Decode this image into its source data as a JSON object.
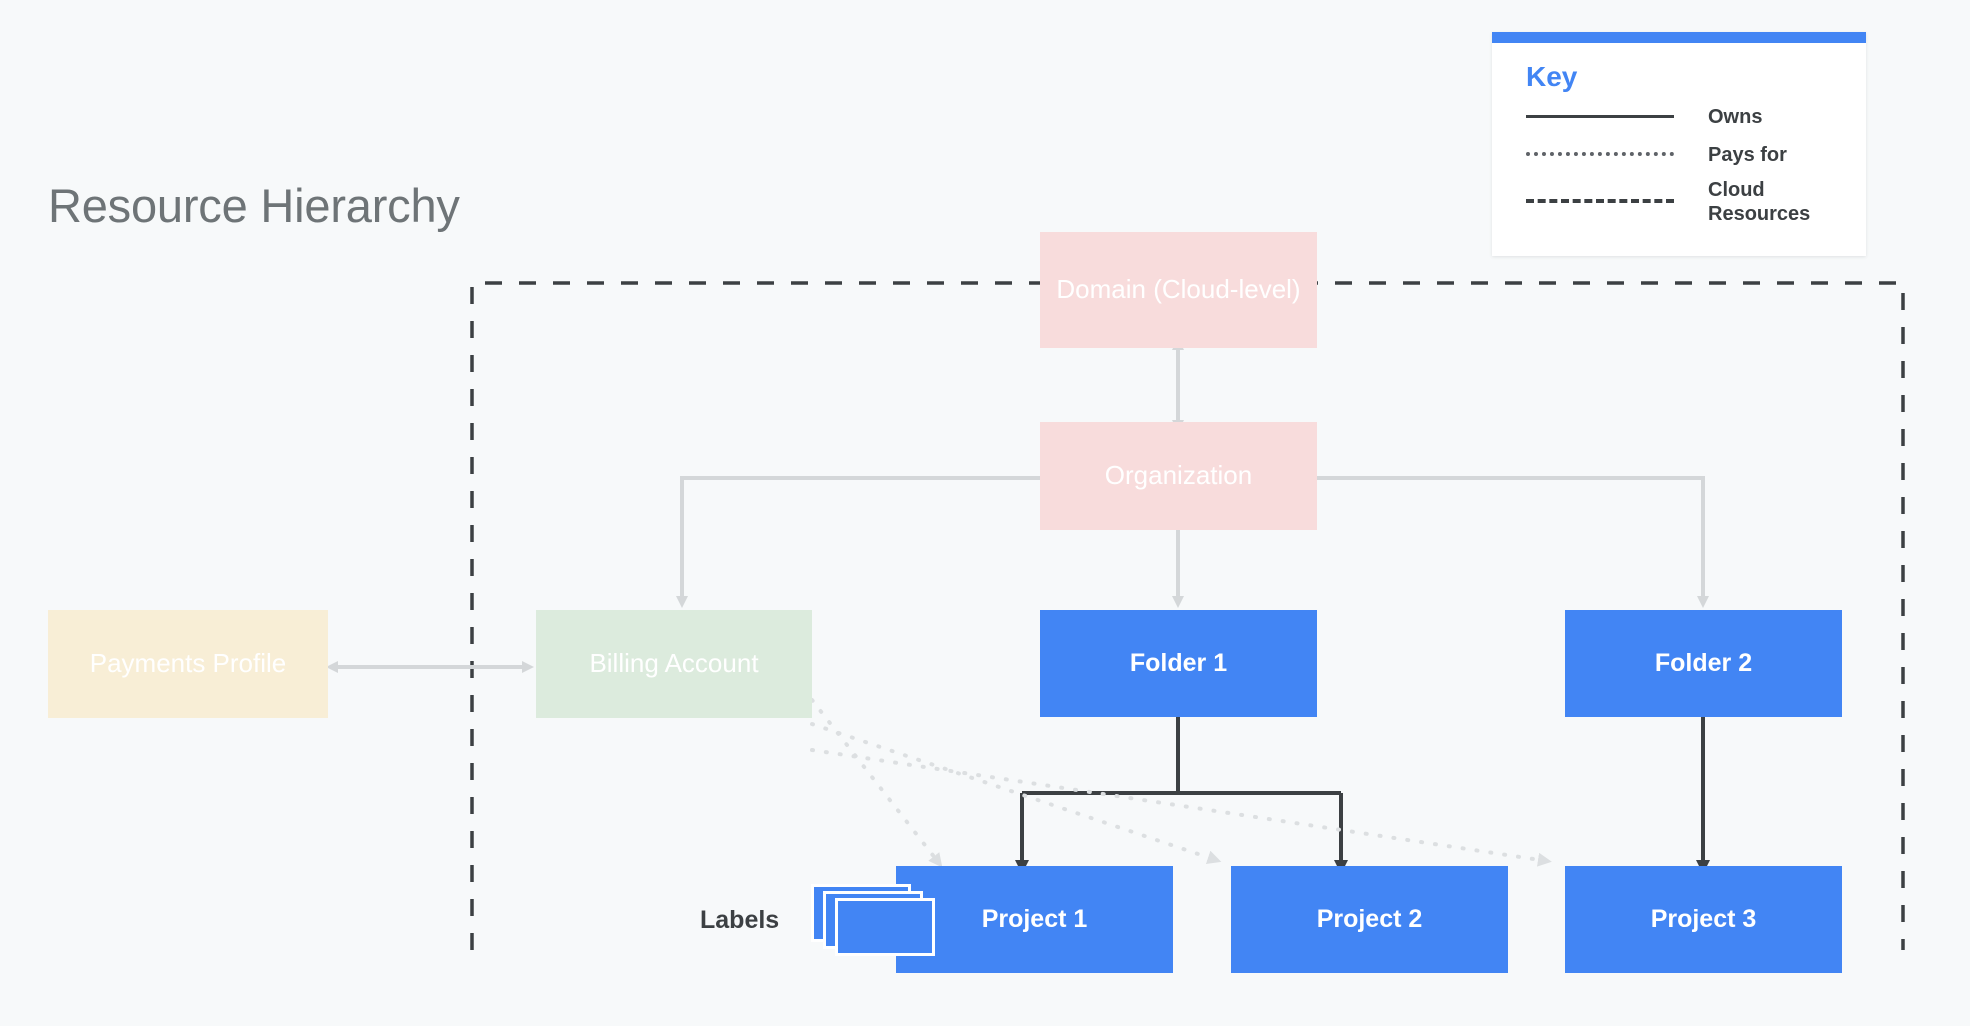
{
  "page": {
    "title": "Resource Hierarchy",
    "background_color": "#f7f9fa"
  },
  "colors": {
    "accent_blue": "#4285f4",
    "node_blue": "#4285f4",
    "pink": "#f8dcdc",
    "cream": "#f8eed6",
    "green": "#dcebdd",
    "text_dark": "#3c4043",
    "connector_gray": "#d4d7d9",
    "dashed_boundary": "#3c4043",
    "dotted_line": "#d8dcde",
    "owns_line": "#3c4043"
  },
  "key": {
    "title": "Key",
    "rows": [
      {
        "style": "solid",
        "label": "Owns"
      },
      {
        "style": "dotted",
        "label": "Pays for"
      },
      {
        "style": "dashed",
        "label": "Cloud Resources"
      }
    ]
  },
  "nodes": {
    "domain": {
      "label": "Domain (Cloud-level)",
      "fill": "#f8dcdc",
      "text": "#ffffff",
      "weight": "regular"
    },
    "organization": {
      "label": "Organization",
      "fill": "#f8dcdc",
      "text": "#ffffff",
      "weight": "regular"
    },
    "payments_profile": {
      "label": "Payments Profile",
      "fill": "#f8eed6",
      "text": "#ffffff",
      "weight": "regular"
    },
    "billing_account": {
      "label": "Billing Account",
      "fill": "#dcebdd",
      "text": "#ffffff",
      "weight": "regular"
    },
    "folder1": {
      "label": "Folder 1",
      "fill": "#4285f4",
      "text": "#ffffff",
      "weight": "bold"
    },
    "folder2": {
      "label": "Folder 2",
      "fill": "#4285f4",
      "text": "#ffffff",
      "weight": "bold"
    },
    "project1": {
      "label": "Project 1",
      "fill": "#4285f4",
      "text": "#ffffff",
      "weight": "bold"
    },
    "project2": {
      "label": "Project 2",
      "fill": "#4285f4",
      "text": "#ffffff",
      "weight": "bold"
    },
    "project3": {
      "label": "Project 3",
      "fill": "#4285f4",
      "text": "#ffffff",
      "weight": "bold"
    }
  },
  "labels_marker": {
    "label": "Labels",
    "card_count": 3
  },
  "edges": [
    {
      "from": "domain",
      "to": "organization",
      "type": "owns-bidirectional",
      "style": "gray-solid"
    },
    {
      "from": "organization",
      "to": "billing_account",
      "type": "owns",
      "style": "gray-solid"
    },
    {
      "from": "organization",
      "to": "folder1",
      "type": "owns",
      "style": "gray-solid"
    },
    {
      "from": "organization",
      "to": "folder2",
      "type": "owns",
      "style": "gray-solid"
    },
    {
      "from": "payments_profile",
      "to": "billing_account",
      "type": "owns-bidirectional",
      "style": "gray-solid"
    },
    {
      "from": "folder1",
      "to": "project1",
      "type": "owns",
      "style": "dark-solid"
    },
    {
      "from": "folder1",
      "to": "project2",
      "type": "owns",
      "style": "dark-solid"
    },
    {
      "from": "folder2",
      "to": "project3",
      "type": "owns",
      "style": "dark-solid"
    },
    {
      "from": "billing_account",
      "to": "project1",
      "type": "pays-for",
      "style": "dotted"
    },
    {
      "from": "billing_account",
      "to": "project2",
      "type": "pays-for",
      "style": "dotted"
    },
    {
      "from": "billing_account",
      "to": "project3",
      "type": "pays-for",
      "style": "dotted"
    }
  ],
  "cloud_boundary": {
    "label": "Cloud Resources",
    "style": "dashed"
  }
}
